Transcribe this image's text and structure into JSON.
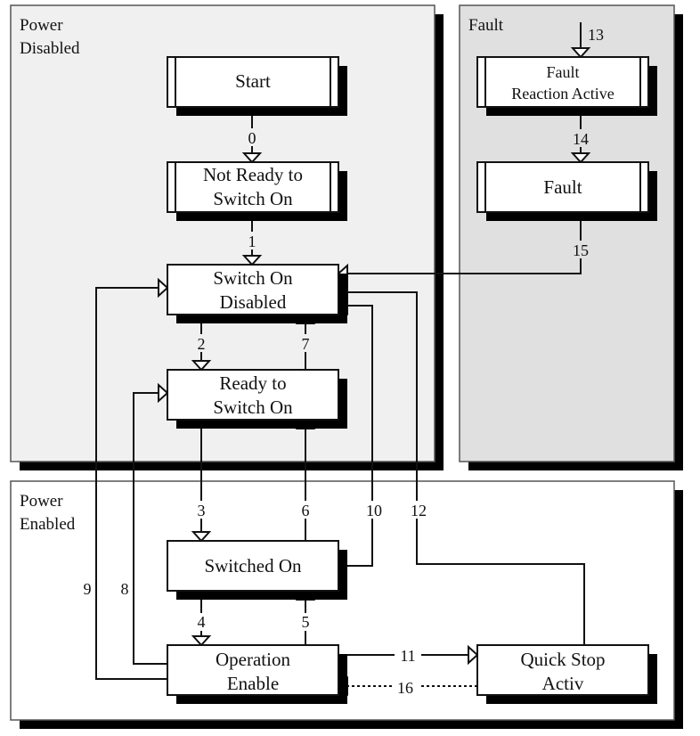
{
  "panels": {
    "power_disabled": [
      "Power",
      "Disabled"
    ],
    "fault": "Fault",
    "power_enabled": [
      "Power",
      "Enabled"
    ]
  },
  "states": {
    "start": [
      "Start"
    ],
    "not_ready": [
      "Not Ready to",
      "Switch On"
    ],
    "switch_on_disabled": [
      "Switch On",
      "Disabled"
    ],
    "ready": [
      "Ready to",
      "Switch On"
    ],
    "switched_on": [
      "Switched On"
    ],
    "operation_enable": [
      "Operation",
      "Enable"
    ],
    "quick_stop": [
      "Quick Stop",
      "Activ"
    ],
    "fault_reaction": [
      "Fault",
      "Reaction Active"
    ],
    "fault": [
      "Fault"
    ]
  },
  "transitions": [
    "0",
    "1",
    "2",
    "3",
    "4",
    "5",
    "6",
    "7",
    "8",
    "9",
    "10",
    "11",
    "12",
    "13",
    "14",
    "15",
    "16"
  ],
  "colors": {
    "power_disabled_bg": "#f0f0f0",
    "fault_bg": "#e0e0e0",
    "power_enabled_bg": "#ffffff"
  }
}
